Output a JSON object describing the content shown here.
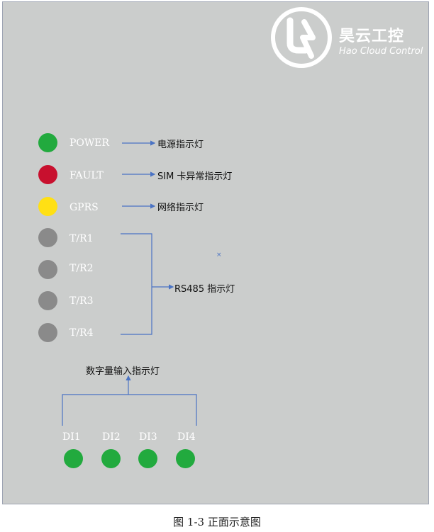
{
  "logo": {
    "name_cn": "昊云工控",
    "name_en": "Hao Cloud Control",
    "icon": "logo-circle-icon"
  },
  "indicators": [
    {
      "label": "POWER",
      "color": "#22aa3e"
    },
    {
      "label": "FAULT",
      "color": "#c8102e"
    },
    {
      "label": "GPRS",
      "color": "#ffe014"
    },
    {
      "label": "T/R1",
      "color": "#8a8a8a"
    },
    {
      "label": "T/R2",
      "color": "#8a8a8a"
    },
    {
      "label": "T/R3",
      "color": "#8a8a8a"
    },
    {
      "label": "T/R4",
      "color": "#8a8a8a"
    }
  ],
  "descriptions": {
    "power": "电源指示灯",
    "fault": "SIM 卡异常指示灯",
    "gprs": "网络指示灯",
    "rs485": "RS485 指示灯",
    "digital_input": "数字量输入指示灯"
  },
  "digital_inputs": [
    {
      "label": "DI1",
      "color": "#22aa3e"
    },
    {
      "label": "DI2",
      "color": "#22aa3e"
    },
    {
      "label": "DI3",
      "color": "#22aa3e"
    },
    {
      "label": "DI4",
      "color": "#22aa3e"
    }
  ],
  "small_mark": "×",
  "caption": "图 1-3  正面示意图",
  "colors": {
    "panel": "#cbcdcc",
    "line": "#4a73c4"
  }
}
